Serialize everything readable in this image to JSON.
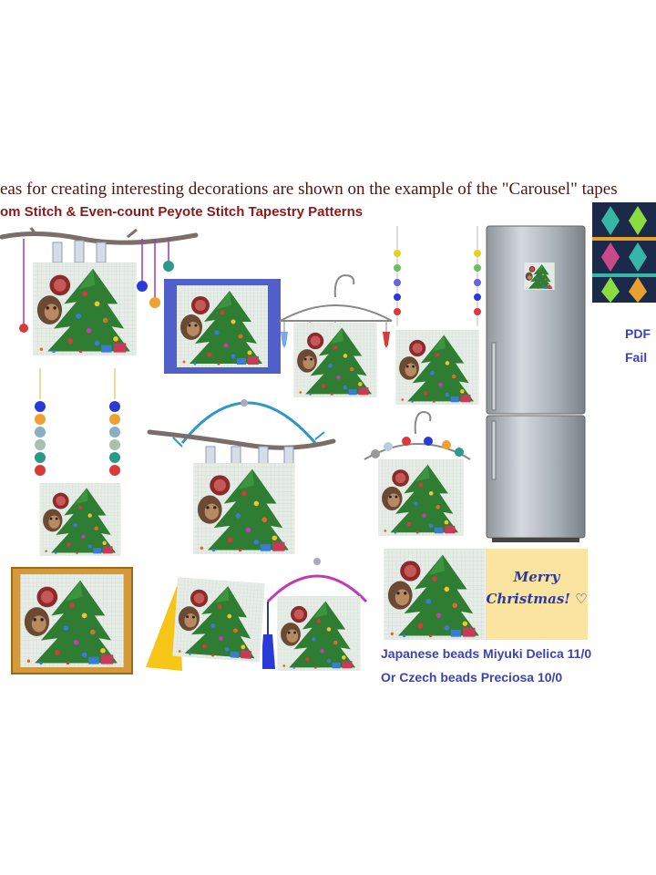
{
  "header": {
    "headline": "eas for creating interesting decorations are shown on the example of the \"Carousel\" tapes",
    "subheadline": "om Stitch & Even-count Peyote Stitch Tapestry Patterns"
  },
  "side_note": {
    "line1": "PDF",
    "line2": "Fail"
  },
  "card": {
    "line1": "Merry",
    "line2": "Christmas! ♡"
  },
  "beads_note": {
    "line1": "Japanese beads Miyuki Delica 11/0",
    "line2": "Or Czech beads Preciosa 10/0"
  },
  "colors": {
    "headline": "#4a1810",
    "subheadline": "#8b1a1a",
    "note_blue": "#3a43b8",
    "frame_blue": "#5060c8",
    "frame_gold": "#d49a3a",
    "card_yellow": "#fbe3a0",
    "tree_green": "#2f7d32"
  }
}
